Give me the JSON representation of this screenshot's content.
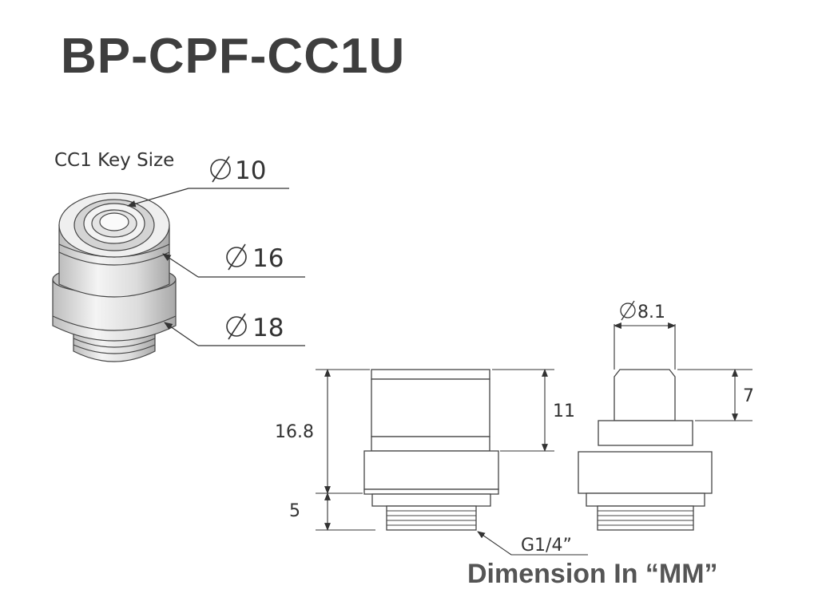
{
  "title": "BP-CPF-CC1U",
  "unit_note": "Dimension In “MM”",
  "labels": {
    "key_size": "CC1 Key Size",
    "dia_10": "10",
    "dia_16": "16",
    "dia_18": "18",
    "dia_8_1": "8.1",
    "height_16_8": "16.8",
    "height_5": "5",
    "height_11": "11",
    "height_7": "7",
    "thread": "G1/4”"
  },
  "icons": {
    "diameter": "diameter-symbol-icon",
    "arrow": "leader-arrow-icon"
  },
  "colors": {
    "line": "#444444",
    "metal": "#dddddd",
    "text": "#333333",
    "title": "#3e3e3e"
  }
}
